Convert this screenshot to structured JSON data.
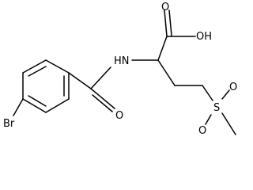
{
  "structure": {
    "atoms": {
      "oh": "OH",
      "nh": "HN",
      "amide_o": "O",
      "acid_o": "O",
      "sulfur": "S",
      "sulfonyl_o1": "O",
      "sulfonyl_o2": "O",
      "bromine": "Br"
    }
  }
}
